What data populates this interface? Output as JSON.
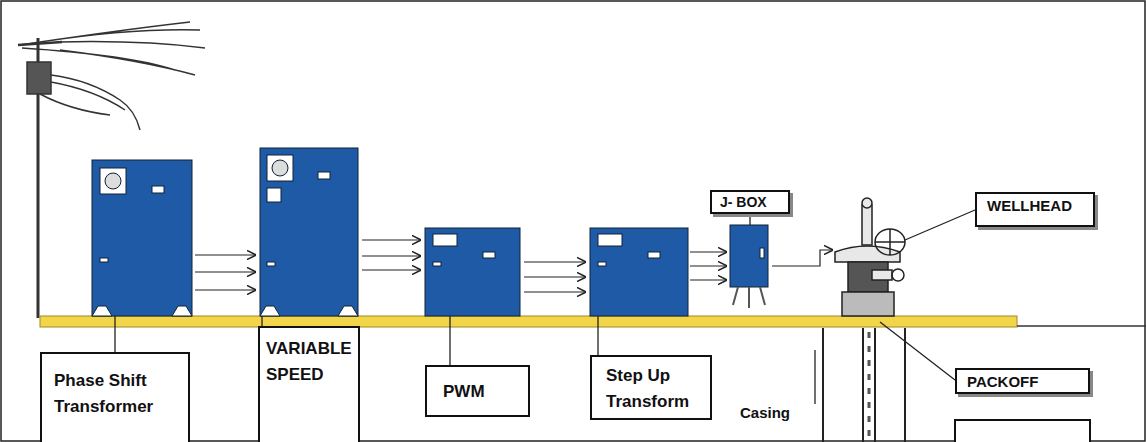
{
  "diagram": {
    "nodes": [
      {
        "text": [
          "Phase Shift Transformer"
        ]
      },
      {
        "text": [
          "VARIABLE SPEED"
        ]
      },
      {
        "text": [
          "PWM"
        ]
      },
      {
        "text": [
          "Step Up Transform"
        ]
      },
      {
        "text": [
          "J- BOX"
        ]
      },
      {
        "text": [
          "WELLHEAD"
        ]
      },
      {
        "text": [
          "PACKOFF"
        ]
      }
    ],
    "labels": [
      "Casing"
    ]
  }
}
